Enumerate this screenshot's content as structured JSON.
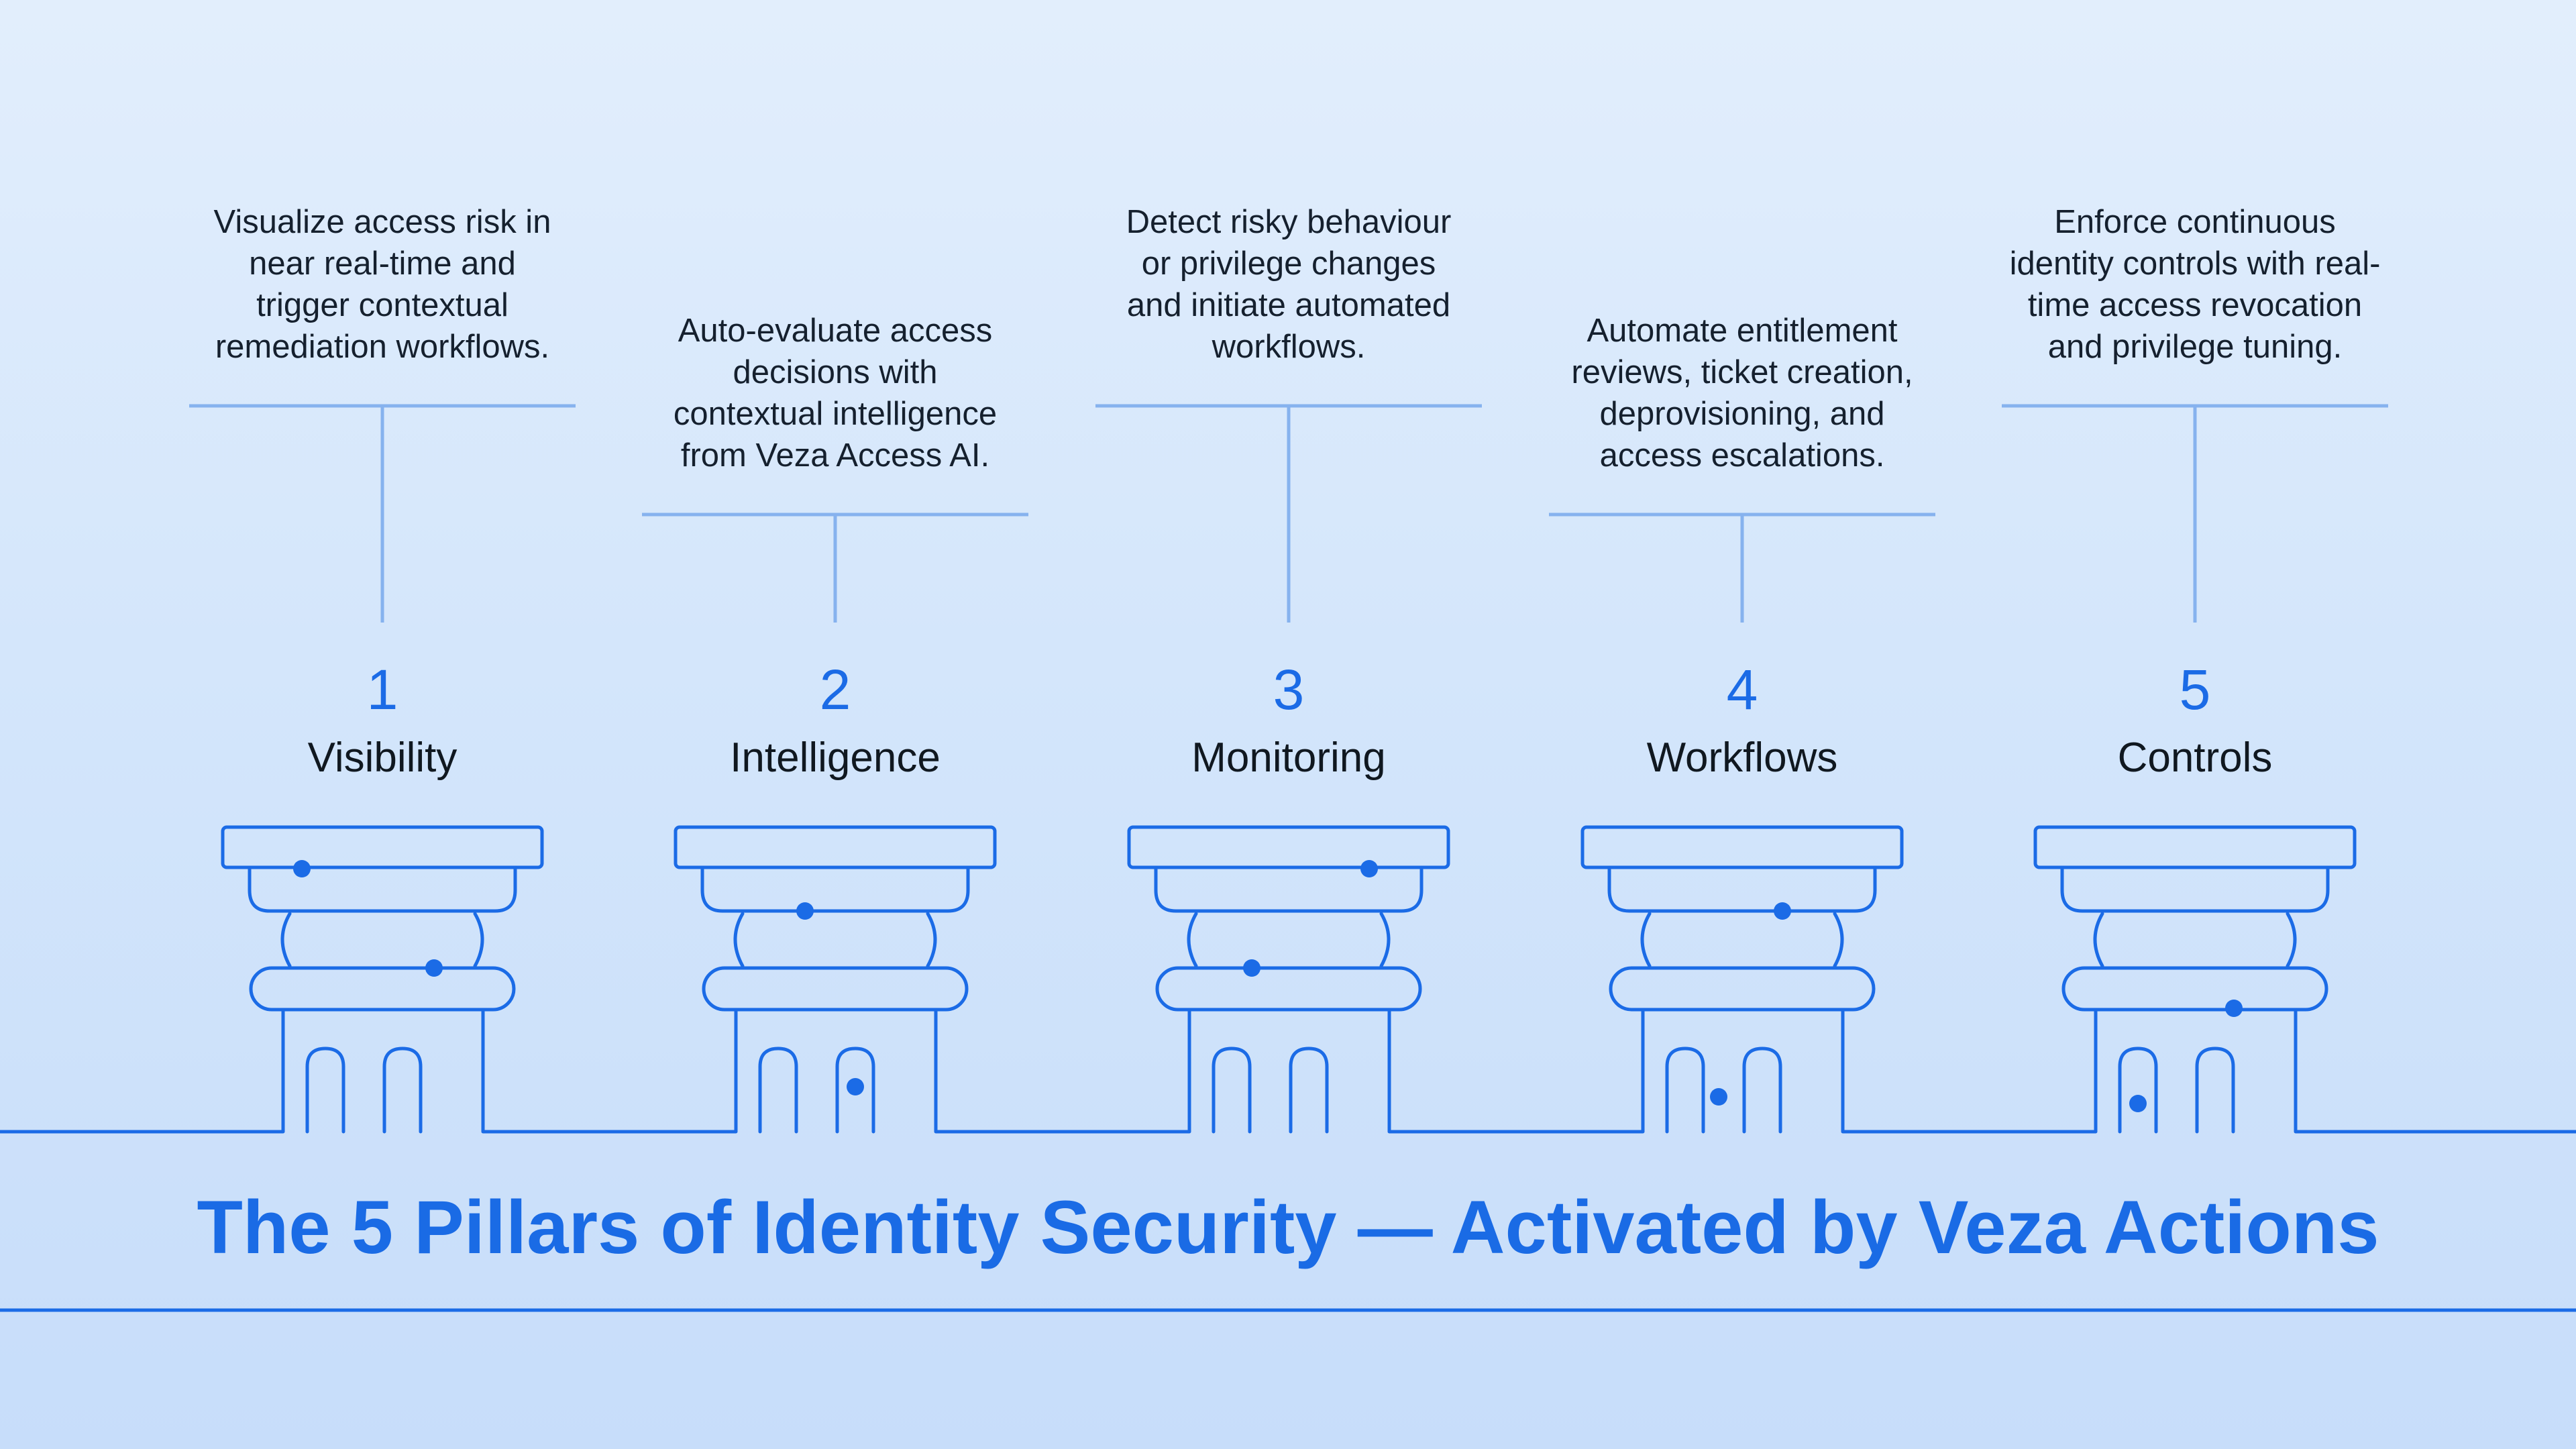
{
  "headline": "The 5 Pillars of Identity Security — Activated by Veza Actions",
  "colors": {
    "accent": "#1b6be6",
    "connector": "#86b2ee",
    "text": "#15202e",
    "background_top": "#e2eefc",
    "background_bottom": "#c7ddfa"
  },
  "pillars": [
    {
      "number": "1",
      "label": "Visibility",
      "description": [
        "Visualize access risk in",
        "near real-time and",
        "trigger contextual",
        "remediation workflows."
      ]
    },
    {
      "number": "2",
      "label": "Intelligence",
      "description": [
        "Auto-evaluate access",
        "decisions with",
        "contextual intelligence",
        "from Veza Access AI."
      ]
    },
    {
      "number": "3",
      "label": "Monitoring",
      "description": [
        "Detect risky behaviour",
        "or privilege changes",
        "and initiate automated",
        "workflows."
      ]
    },
    {
      "number": "4",
      "label": "Workflows",
      "description": [
        "Automate entitlement",
        "reviews, ticket creation,",
        "deprovisioning, and",
        "access escalations."
      ]
    },
    {
      "number": "5",
      "label": "Controls",
      "description": [
        "Enforce continuous",
        "identity controls with real-",
        "time access revocation",
        "and privilege tuning."
      ]
    }
  ]
}
